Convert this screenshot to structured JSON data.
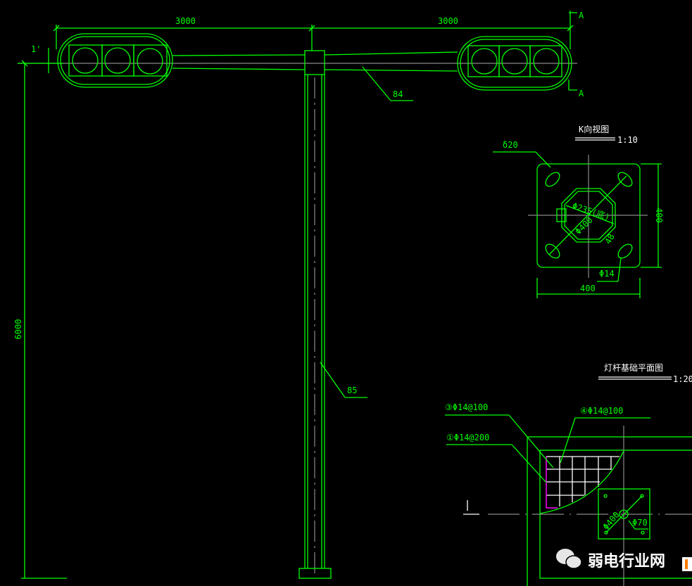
{
  "colors": {
    "line": "#00ff00",
    "centerline": "#8a8a8a",
    "title": "#ffffff",
    "rebar_highlight": "#ff00ff",
    "background": "#000000"
  },
  "elevation": {
    "dim_left_arm": "3000",
    "dim_right_arm": "3000",
    "dim_height": "6000",
    "section_mark": "A",
    "section_mark_bottom": "A",
    "arm_label": "84",
    "pole_label": "85",
    "small_label": "1'"
  },
  "k_view": {
    "title": "K向视图",
    "scale": "1:10",
    "plate_label": "δ20",
    "pole_dia": "Φ235(底)",
    "bolt_circle": "Φ400",
    "slot": "48",
    "hole": "Φ14",
    "width": "400",
    "height": "400"
  },
  "foundation": {
    "title": "灯杆基础平面图",
    "scale": "1:20",
    "rebar_3": "③Φ14@100",
    "rebar_4": "④Φ14@100",
    "rebar_1": "①Φ14@200",
    "bolt_circle": "Φ400",
    "center_hole": "Φ70",
    "section_mark": "1"
  },
  "watermark": {
    "text": "弱电行业网",
    "icon": "wechat-icon"
  }
}
